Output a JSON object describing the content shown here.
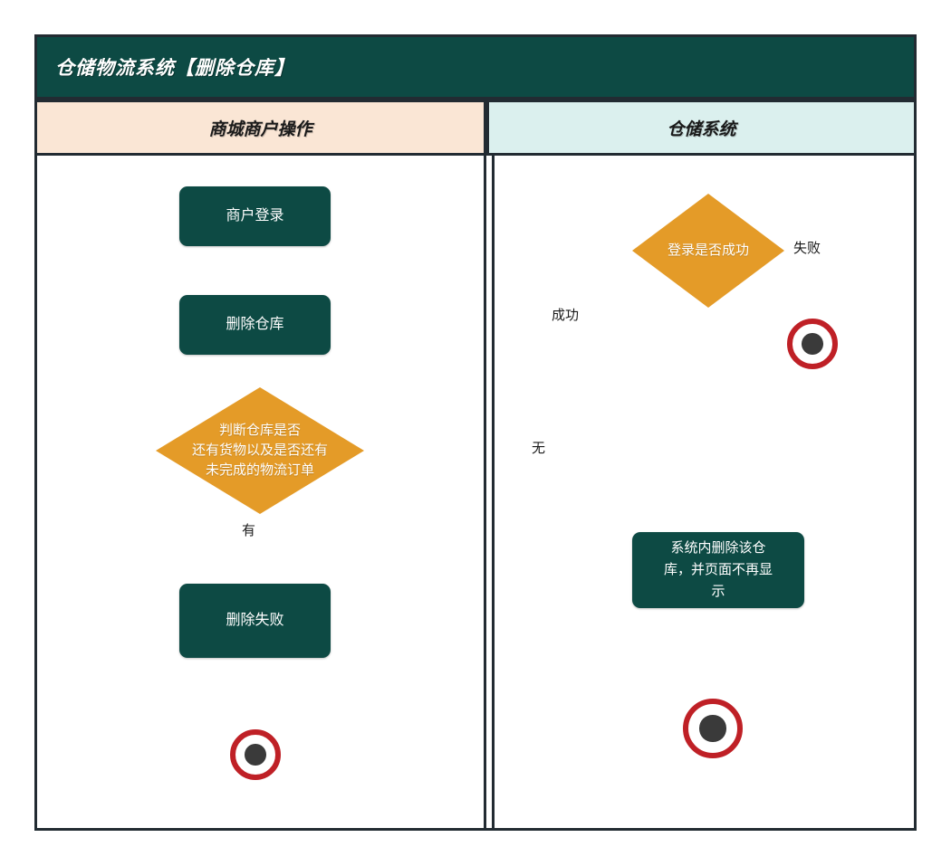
{
  "diagram": {
    "title": "仓储物流系统【删除仓库】",
    "type": "uml-activity-swimlane",
    "colors": {
      "title_bar": "#0d4a44",
      "action_node": "#0d4a44",
      "decision_node": "#e49b28",
      "end_node_ring": "#bf2026",
      "end_node_core": "#3a3a3a",
      "lane_left_header": "#fae6d5",
      "lane_right_header": "#dbf0ee",
      "border": "#222b32",
      "edge": "#3b3b3b"
    }
  },
  "lanes": [
    {
      "id": "merchant",
      "label": "商城商户操作"
    },
    {
      "id": "warehouse",
      "label": "仓储系统"
    }
  ],
  "nodes": {
    "merchant_login": {
      "label": "商户登录",
      "shape": "action",
      "lane": "merchant"
    },
    "delete_warehouse": {
      "label": "删除仓库",
      "shape": "action",
      "lane": "merchant"
    },
    "check_warehouse": {
      "label": "判断仓库是否\n还有货物以及是否还有\n未完成的物流订单",
      "shape": "decision",
      "lane": "merchant"
    },
    "delete_failed": {
      "label": "删除失败",
      "shape": "action",
      "lane": "merchant"
    },
    "end_merchant": {
      "label": "",
      "shape": "end",
      "lane": "merchant"
    },
    "login_success": {
      "label": "登录是否成功",
      "shape": "decision",
      "lane": "warehouse"
    },
    "end_login_fail": {
      "label": "",
      "shape": "end",
      "lane": "warehouse"
    },
    "system_delete": {
      "label": "系统内删除该仓\n库，并页面不再显\n示",
      "shape": "action",
      "lane": "warehouse"
    },
    "end_warehouse": {
      "label": "",
      "shape": "end",
      "lane": "warehouse"
    }
  },
  "edges": [
    {
      "from": "merchant_login",
      "to": "login_success",
      "label": ""
    },
    {
      "from": "login_success",
      "to": "end_login_fail",
      "label": "失败"
    },
    {
      "from": "login_success",
      "to": "delete_warehouse",
      "label": "成功"
    },
    {
      "from": "merchant_login",
      "to": "delete_warehouse",
      "label": ""
    },
    {
      "from": "delete_warehouse",
      "to": "check_warehouse",
      "label": ""
    },
    {
      "from": "check_warehouse",
      "to": "delete_failed",
      "label": "有"
    },
    {
      "from": "check_warehouse",
      "to": "system_delete",
      "label": "无"
    },
    {
      "from": "delete_failed",
      "to": "end_merchant",
      "label": ""
    },
    {
      "from": "system_delete",
      "to": "end_warehouse",
      "label": ""
    }
  ],
  "edge_labels": {
    "fail": "失败",
    "success": "成功",
    "has_goods": "有",
    "no_goods": "无"
  }
}
